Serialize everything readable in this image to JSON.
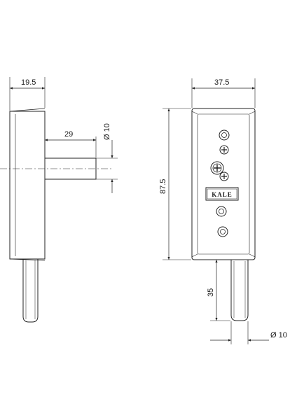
{
  "drawing": {
    "side_view": {
      "width_label": "19.5",
      "shaft_length_label": "29",
      "diameter_label": "Ø 10"
    },
    "front_view": {
      "width_label": "37.5",
      "height_label": "87.5",
      "shaft_length_label": "35",
      "diameter_label": "Ø 10",
      "logo_text": "KALE"
    }
  }
}
